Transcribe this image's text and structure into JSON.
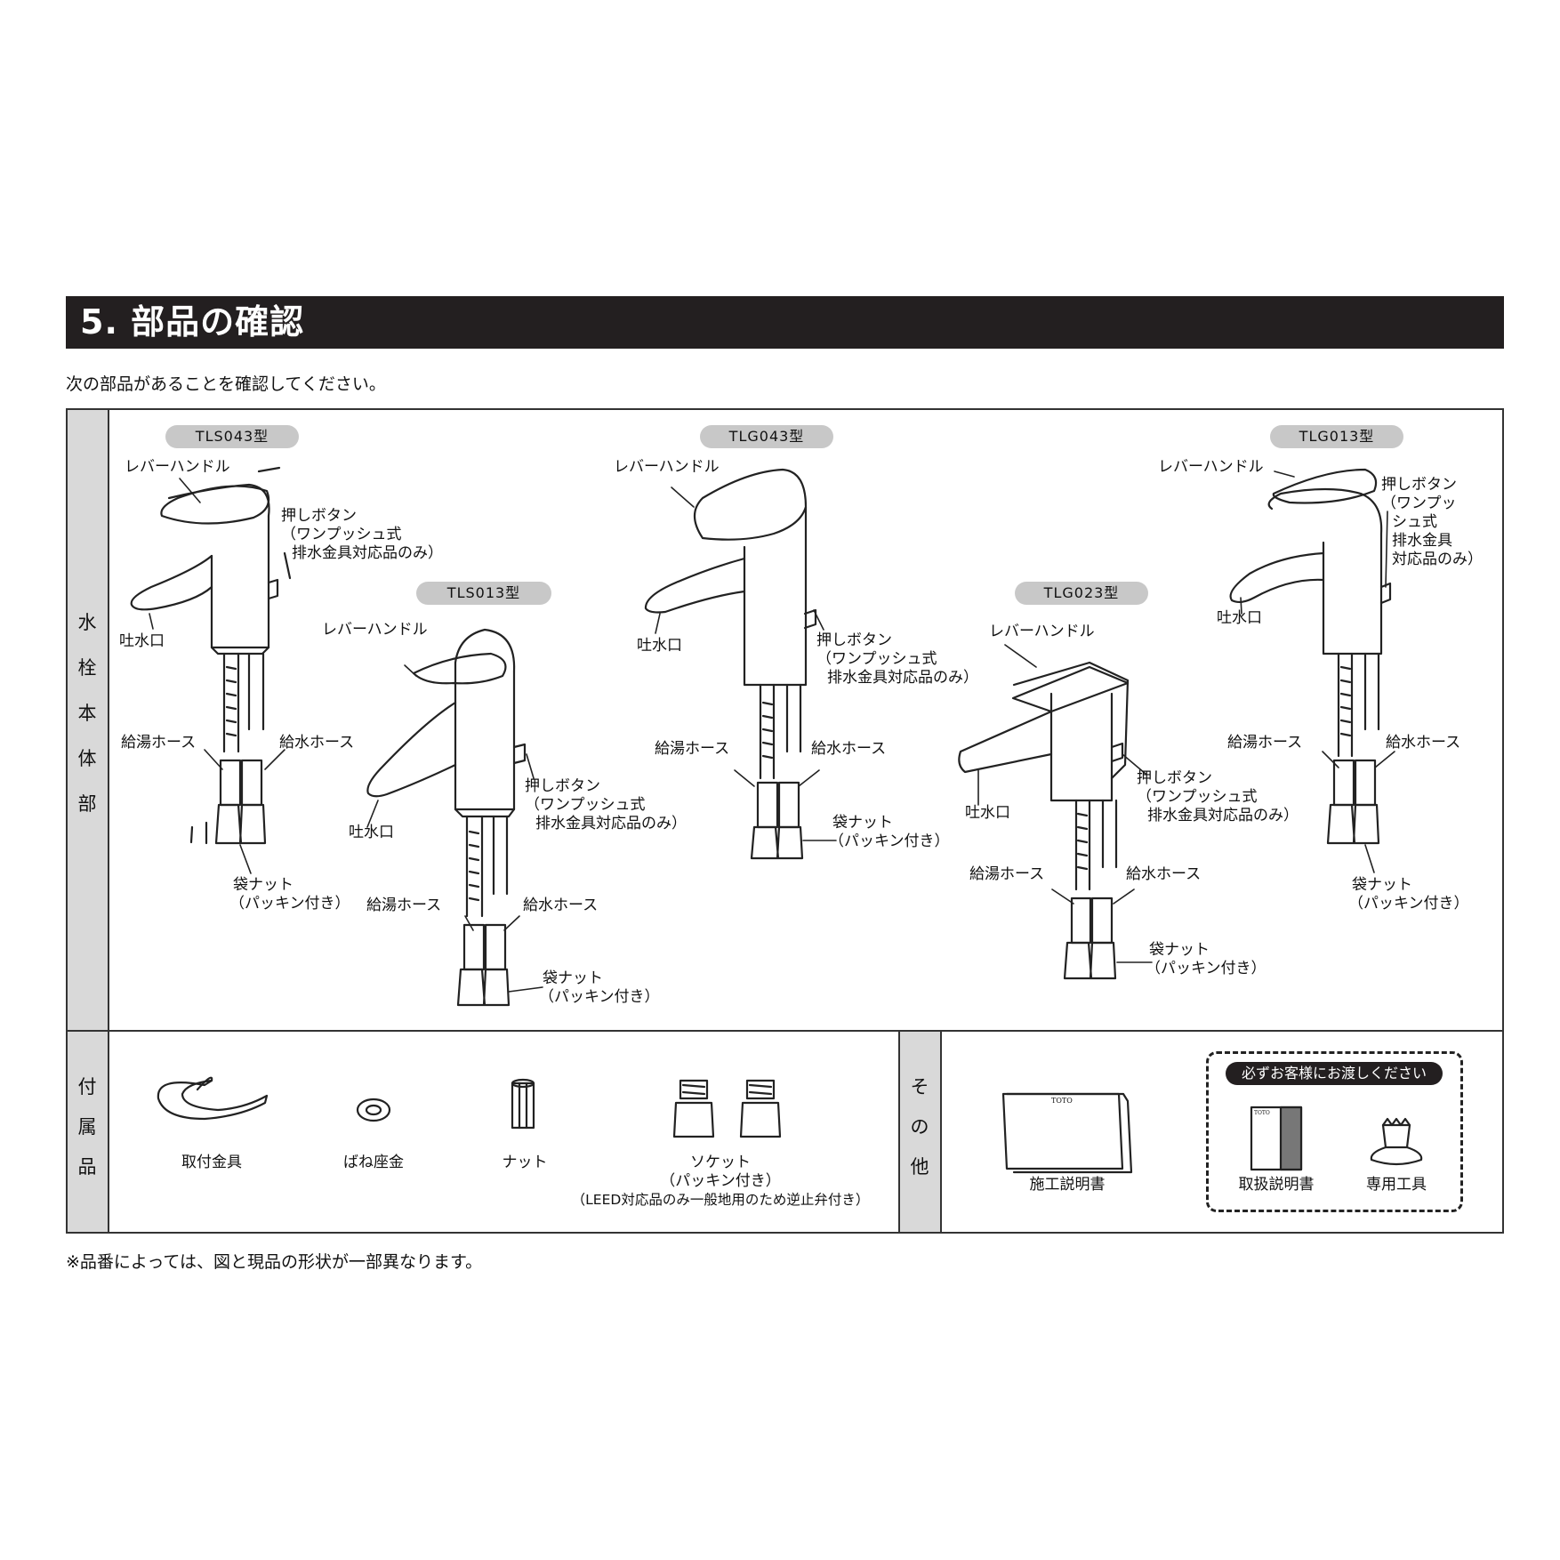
{
  "header": {
    "title": "5. 部品の確認"
  },
  "intro": "次の部品があることを確認してください。",
  "footnote": "※品番によっては、図と現品の形状が一部異なります。",
  "sections": {
    "body": "水栓本体部",
    "accessories": "付属品",
    "others": "その他"
  },
  "models": {
    "tls043": {
      "name": "TLS043型",
      "lever": "レバーハンドル",
      "button": [
        "押しボタン",
        "（ワンプッシュ式",
        "排水金具対応品のみ）"
      ],
      "spout": "吐水口",
      "hot_hose": "給湯ホース",
      "cold_hose": "給水ホース",
      "nut": [
        "袋ナット",
        "（パッキン付き）"
      ]
    },
    "tls013": {
      "name": "TLS013型",
      "lever": "レバーハンドル",
      "button": [
        "押しボタン",
        "（ワンプッシュ式",
        "排水金具対応品のみ）"
      ],
      "spout": "吐水口",
      "hot_hose": "給湯ホース",
      "cold_hose": "給水ホース",
      "nut": [
        "袋ナット",
        "（パッキン付き）"
      ]
    },
    "tlg043": {
      "name": "TLG043型",
      "lever": "レバーハンドル",
      "button": [
        "押しボタン",
        "（ワンプッシュ式",
        "排水金具対応品のみ）"
      ],
      "spout": "吐水口",
      "hot_hose": "給湯ホース",
      "cold_hose": "給水ホース",
      "nut": [
        "袋ナット",
        "（パッキン付き）"
      ]
    },
    "tlg023": {
      "name": "TLG023型",
      "lever": "レバーハンドル",
      "button": [
        "押しボタン",
        "（ワンプッシュ式",
        "排水金具対応品のみ）"
      ],
      "spout": "吐水口",
      "hot_hose": "給湯ホース",
      "cold_hose": "給水ホース",
      "nut": [
        "袋ナット",
        "（パッキン付き）"
      ]
    },
    "tlg013": {
      "name": "TLG013型",
      "lever": "レバーハンドル",
      "button": [
        "押しボタン",
        "（ワンプッ",
        "シュ式",
        "排水金具",
        "対応品のみ）"
      ],
      "spout": "吐水口",
      "hot_hose": "給湯ホース",
      "cold_hose": "給水ホース",
      "nut": [
        "袋ナット",
        "（パッキン付き）"
      ]
    }
  },
  "accessories": {
    "bracket": "取付金具",
    "washer": "ばね座金",
    "nut": "ナット",
    "socket": [
      "ソケット",
      "（パッキン付き）",
      "（LEED対応品のみ一般地用のため逆止弁付き）"
    ]
  },
  "others": {
    "install_manual": "施工説明書",
    "hand_over": "必ずお客様にお渡しください",
    "user_manual": "取扱説明書",
    "tool": "専用工具",
    "brand_mark": "TOTO"
  }
}
